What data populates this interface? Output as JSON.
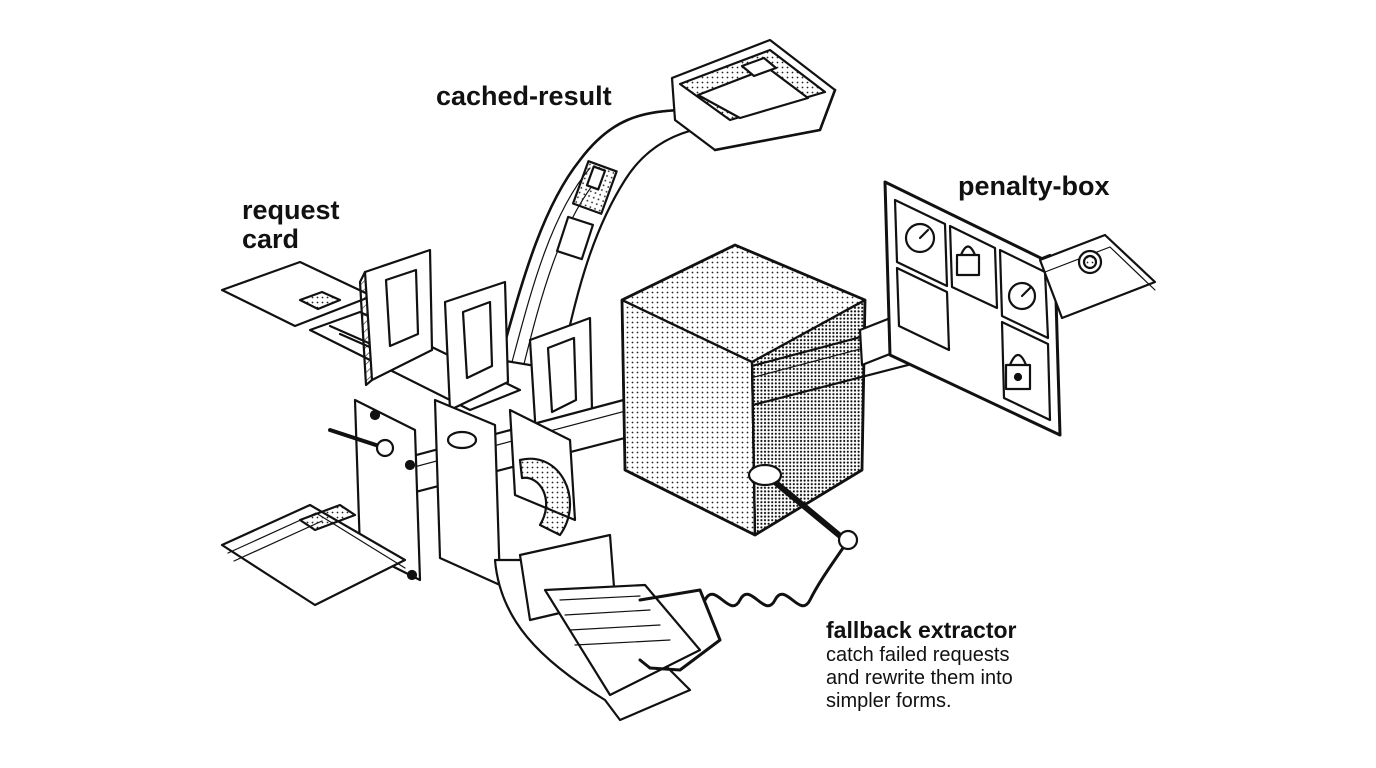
{
  "labels": {
    "cached_result": "cached-result",
    "request_card_line1": "request",
    "request_card_line2": "card",
    "penalty_box": "penalty-box",
    "fallback_title": "fallback extractor",
    "fallback_desc": [
      "catch failed requests",
      "and rewrite them into",
      "simpler forms."
    ]
  },
  "colors": {
    "ink": "#111111",
    "paper": "#ffffff",
    "shade": "#9a9a9a"
  }
}
